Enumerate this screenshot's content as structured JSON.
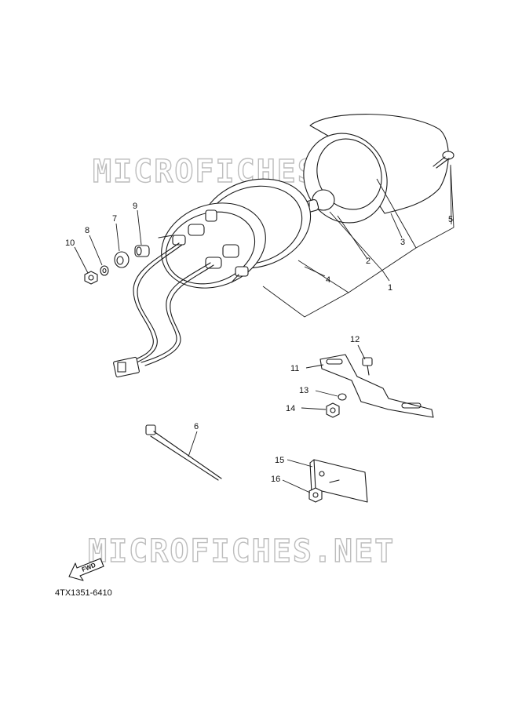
{
  "watermark": {
    "top": "MICROFICHES.NET",
    "bottom": "MICROFICHES.NET"
  },
  "callouts": {
    "c1": "1",
    "c2": "2",
    "c3": "3",
    "c4": "4",
    "c5": "5",
    "c6": "6",
    "c7": "7",
    "c8": "8",
    "c9": "9",
    "c10": "10",
    "c11": "11",
    "c12": "12",
    "c13": "13",
    "c14": "14",
    "c15": "15",
    "c16": "16"
  },
  "fwd_label": "FWD",
  "drawing_code": "4TX1351-6410",
  "colors": {
    "line": "#1a1a1a",
    "watermark_outline": "#bdbdbd",
    "background": "#ffffff"
  }
}
